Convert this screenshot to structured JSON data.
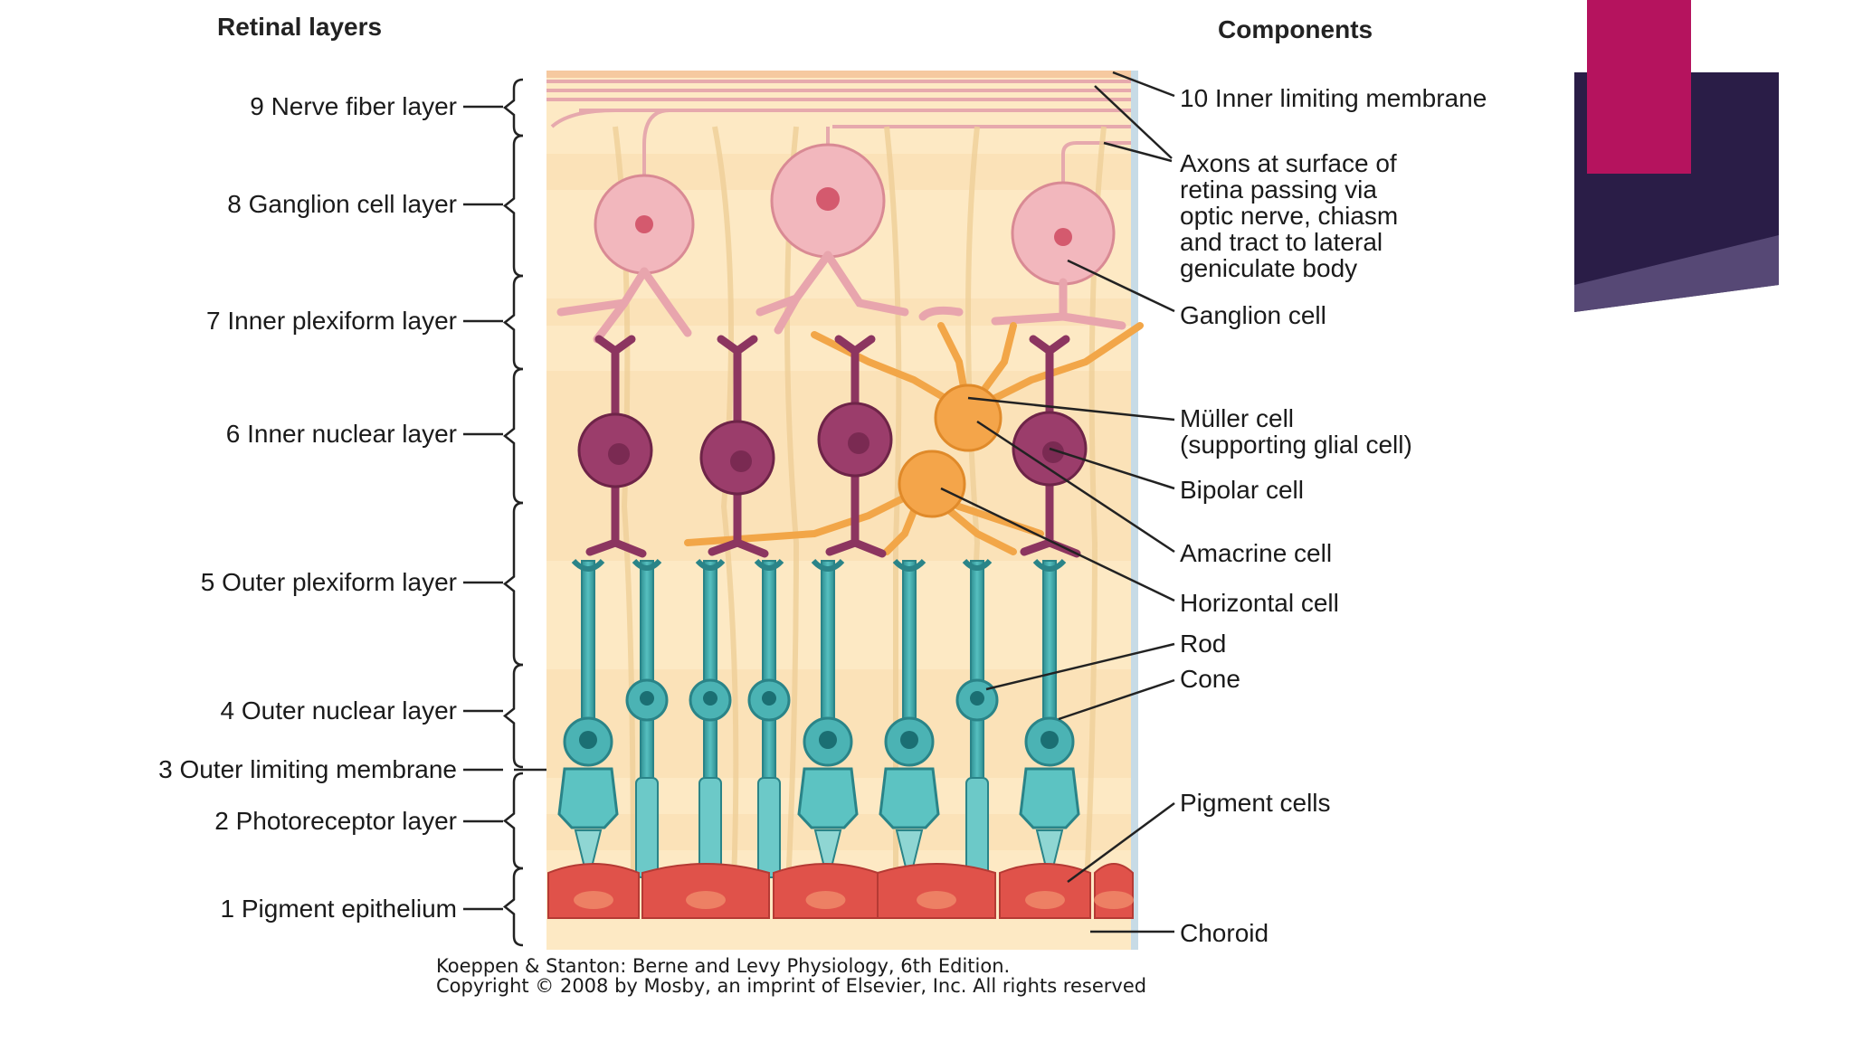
{
  "headings": {
    "layers": "Retinal layers",
    "components": "Components"
  },
  "layers": [
    "9 Nerve fiber layer",
    "8 Ganglion cell layer",
    "7 Inner plexiform layer",
    "6 Inner nuclear layer",
    "5 Outer plexiform layer",
    "4 Outer nuclear layer",
    "3 Outer limiting membrane",
    "2 Photoreceptor layer",
    "1 Pigment epithelium"
  ],
  "components": [
    "10 Inner limiting membrane",
    "Axons at surface of\nretina passing via\noptic nerve, chiasm\nand tract to lateral\ngeniculate body",
    "Ganglion cell",
    "Müller cell\n(supporting glial cell)",
    "Bipolar cell",
    "Amacrine cell",
    "Horizontal cell",
    "Rod",
    "Cone",
    "Pigment cells",
    "Choroid"
  ],
  "credit": {
    "line1": "Koeppen & Stanton: Berne and Levy Physiology, 6th Edition.",
    "line2": "Copyright © 2008 by Mosby, an imprint of Elsevier, Inc. All rights reserved"
  },
  "colors": {
    "tissue": "#fde9c4",
    "band": "#f9d6a8",
    "ganglion": "#e8a5ad",
    "bipolar": "#8c3560",
    "muller": "#f2a648",
    "photoreceptor": "#3fa6a8",
    "pigment": "#e0524a",
    "accent_magenta": "#b5135e",
    "accent_navy": "#2a1d47"
  }
}
